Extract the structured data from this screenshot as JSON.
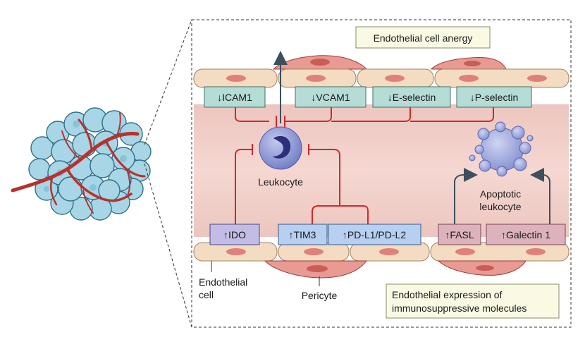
{
  "captions": {
    "anergy": "Endothelial cell anergy",
    "expression_line1": "Endothelial expression of",
    "expression_line2": "immunosuppressive molecules"
  },
  "cells": {
    "leukocyte": "Leukocyte",
    "apoptotic_line1": "Apoptotic",
    "apoptotic_line2": "leukocyte",
    "endothelial_line1": "Endothelial",
    "endothelial_line2": "cell",
    "pericyte": "Pericyte"
  },
  "adhesion_molecules": [
    "↓ICAM1",
    "↓VCAM1",
    "↓E-selectin",
    "↓P-selectin"
  ],
  "immunosuppressive_molecules": [
    "↑IDO",
    "↑TIM3",
    "↑PD-L1/PD-L2",
    "↑FASL",
    "↑Galectin 1"
  ],
  "colors": {
    "vessel_lumen": "#f2c9c3",
    "endothelium": "#f3dcc2",
    "nucleus": "#e0807a",
    "pericyte": "#e89a93",
    "inhibition_line": "#d6262b",
    "green_box": "#b5dcd5",
    "blue_box": "#b7cff0",
    "purple_box": "#c3bde6",
    "mauve_box": "#dcb3bd",
    "caption_box": "#fafae4",
    "tumour": "#a8d6e6",
    "vessel_red": "#b9312c"
  }
}
